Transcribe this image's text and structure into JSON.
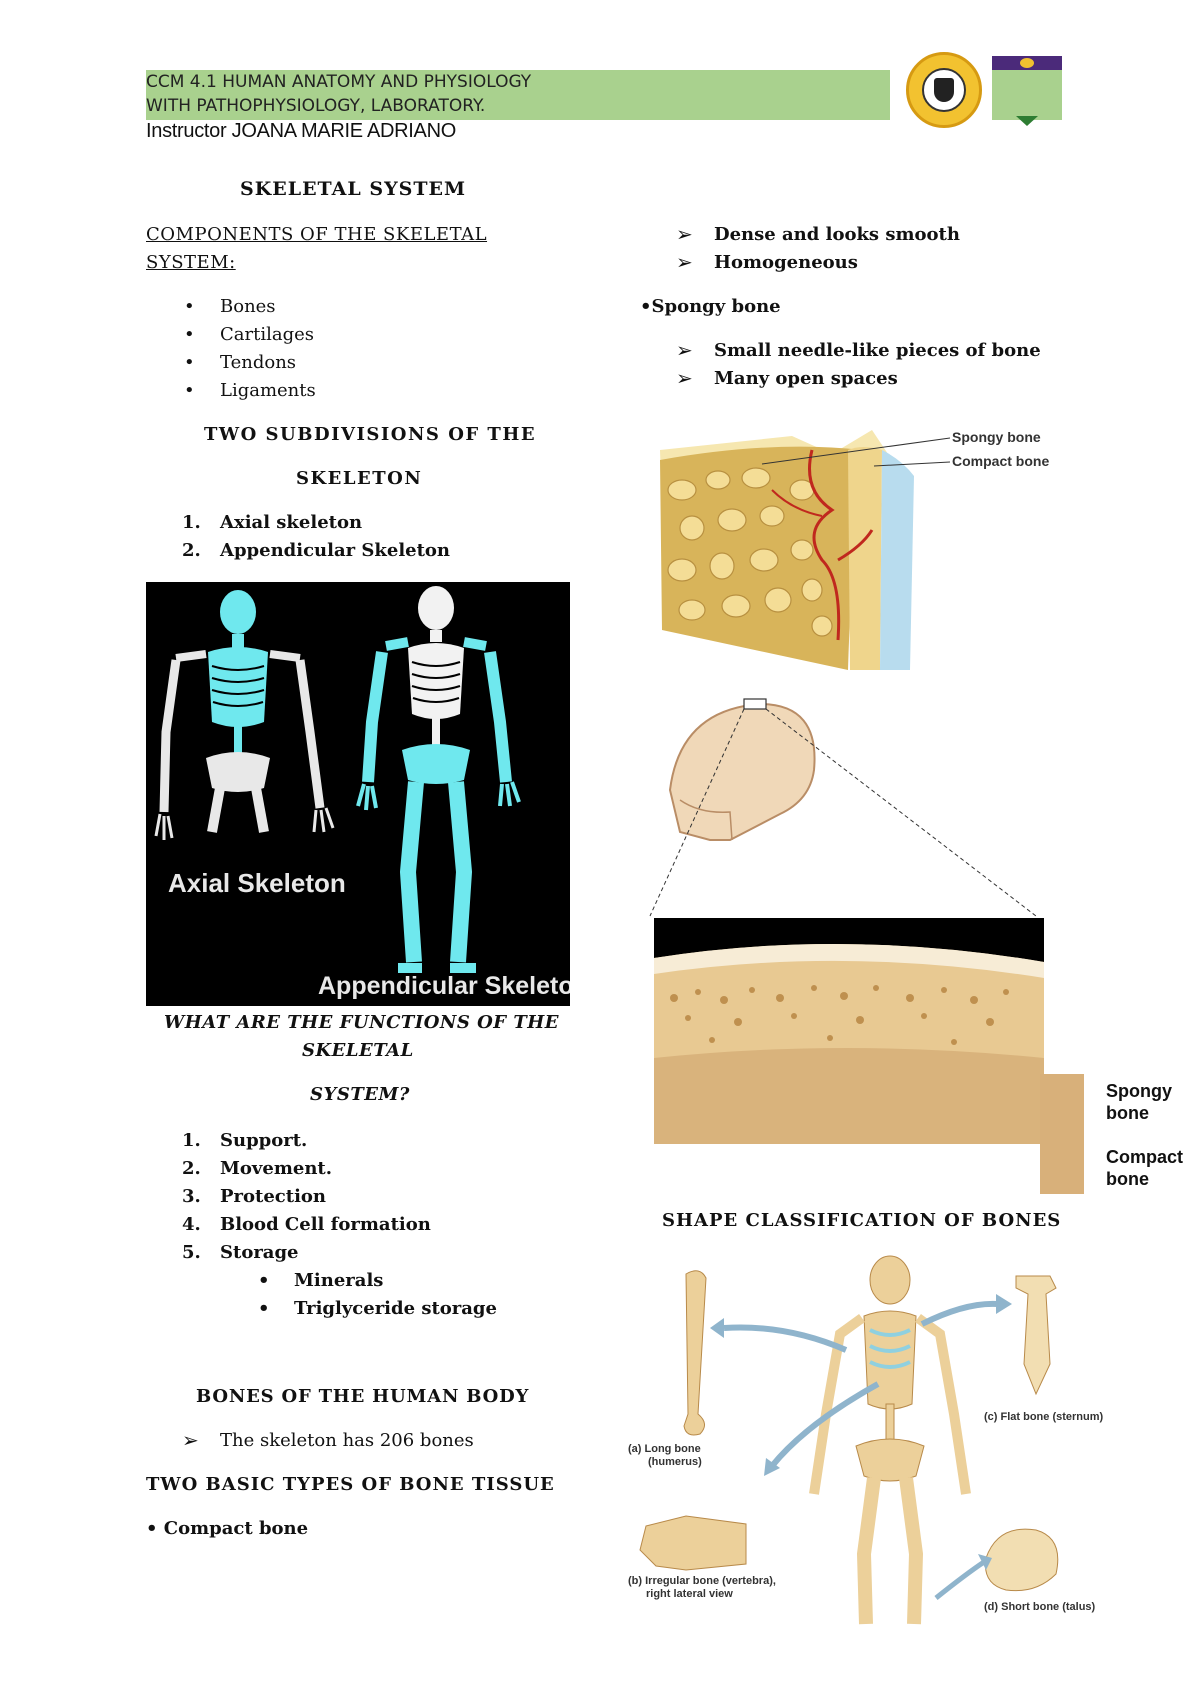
{
  "header": {
    "course_line1": "CCM 4.1 HUMAN ANATOMY AND PHYSIOLOGY",
    "course_line2": " WITH PATHOPHYSIOLOGY, LABORATORY.",
    "instructor": "Instructor JOANA MARIE ADRIANO"
  },
  "left": {
    "title": "SKELETAL SYSTEM",
    "components_heading_1": "COMPONENTS OF THE SKELETAL ",
    "components_heading_2": "SYSTEM:",
    "components": [
      "Bones",
      "Cartilages",
      "Tendons",
      "Ligaments"
    ],
    "subdivisions_heading_1": "TWO SUBDIVISIONS OF THE",
    "subdivisions_heading_2": "SKELETON",
    "subdivisions": [
      {
        "num": "1.",
        "text": "Axial skeleton"
      },
      {
        "num": "2.",
        "text": "Appendicular Skeleton"
      }
    ],
    "skeleton_image": {
      "label_axial": "Axial Skeleton",
      "label_appendicular": "Appendicular Skeleton"
    },
    "functions_heading_1": "WHAT ARE THE FUNCTIONS OF THE",
    "functions_heading_2": "SKELETAL",
    "functions_heading_3": "SYSTEM?",
    "functions": [
      {
        "num": "1.",
        "text": "Support."
      },
      {
        "num": "2.",
        "text": "Movement."
      },
      {
        "num": "3.",
        "text": "Protection"
      },
      {
        "num": "4.",
        "text": "Blood Cell formation"
      },
      {
        "num": "5.",
        "text": "Storage"
      }
    ],
    "storage_items": [
      "Minerals",
      "Triglyceride storage"
    ],
    "bones_heading": "BONES OF THE HUMAN BODY",
    "bones_fact": "The skeleton has 206 bones",
    "tissue_heading": "TWO BASIC TYPES OF BONE TISSUE",
    "compact_label": "• Compact bone"
  },
  "right": {
    "compact_points": [
      "Dense and looks smooth",
      "Homogeneous"
    ],
    "spongy_label": "•Spongy bone",
    "spongy_points": [
      "Small needle-like pieces of bone",
      "Many open spaces"
    ],
    "diagram1": {
      "label_spongy": "Spongy bone",
      "label_compact": "Compact bone"
    },
    "diagram2": {
      "spongy_l1": "Spongy",
      "spongy_l2": "bone",
      "compact_l1": "Compact",
      "compact_l2": "bone"
    },
    "shape_heading": "SHAPE CLASSIFICATION OF BONES",
    "shape_captions": {
      "long_1": "(a) Long bone",
      "long_2": "(humerus)",
      "flat": "(c) Flat bone (sternum)",
      "irregular_1": "(b) Irregular bone (vertebra),",
      "irregular_2": "right lateral view",
      "short": "(d) Short bone (talus)"
    }
  },
  "colors": {
    "header_band": "#a9d18e",
    "skeleton_highlight": "#6fe8ee",
    "bone": "#e8c98a",
    "arrow_blue": "#8fb4cc"
  }
}
